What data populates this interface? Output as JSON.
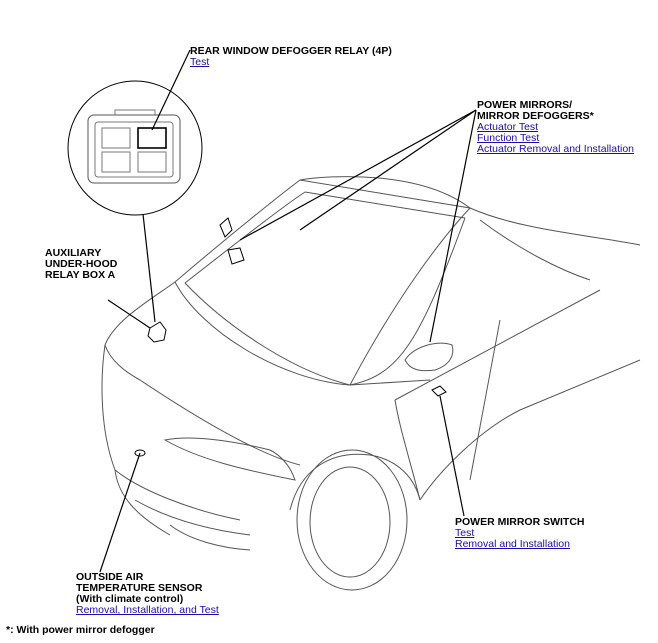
{
  "callouts": {
    "relay": {
      "title": "REAR WINDOW DEFOGGER RELAY (4P)",
      "links": [
        "Test"
      ]
    },
    "mirrors": {
      "title": "POWER MIRRORS/\nMIRROR DEFOGGERS*",
      "links": [
        "Actuator Test",
        "Function Test",
        "Actuator Removal and Installation"
      ]
    },
    "relaybox": {
      "title": "AUXILIARY\nUNDER-HOOD\nRELAY BOX A"
    },
    "switch": {
      "title": "POWER MIRROR SWITCH",
      "links": [
        "Test",
        "Removal and Installation"
      ]
    },
    "sensor": {
      "title": "OUTSIDE AIR\nTEMPERATURE SENSOR\n(With climate control)",
      "links": [
        "Removal, Installation, and Test"
      ]
    }
  },
  "footnote": "*: With power mirror defogger",
  "colors": {
    "link": "#1a0dab",
    "line": "#000000",
    "car": "#555555"
  }
}
